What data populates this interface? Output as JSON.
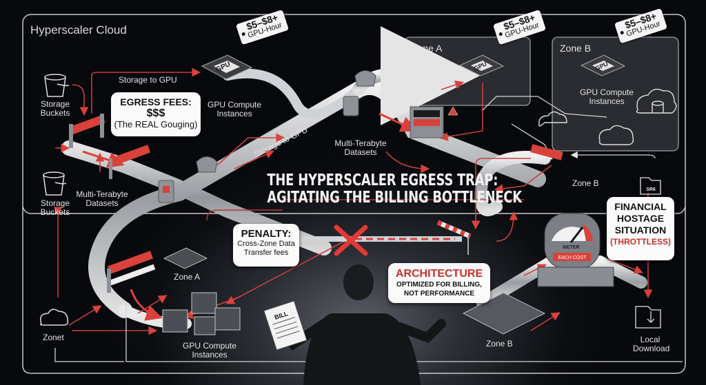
{
  "diagram": {
    "container_title": "Hyperscaler Cloud",
    "headline": {
      "line1": "THE HYPERSCALER EGRESS TRAP:",
      "line2": "AGITATING THE BILLING BOTTLENECK"
    },
    "zones": [
      {
        "id": "zone-a-box",
        "title": "Zone A"
      },
      {
        "id": "zone-b-box",
        "title": "Zone B"
      }
    ],
    "price_tags": [
      {
        "price": "$5–$8+",
        "unit": "GPU-Hour"
      },
      {
        "price": "$5–$8+",
        "unit": "GPU-Hour"
      },
      {
        "price": "$5–$8+",
        "unit": "GPU-Hour"
      }
    ],
    "chip_label": "GPU",
    "labels": {
      "storage_buckets_top": "Storage Buckets",
      "storage_buckets_mid": "Storage Buckets",
      "storage_to_gpu_top": "Storage to GPU",
      "storage_to_gpu_diag": "Storage to GPU",
      "gpu_compute_top": "GPU Compute Instances",
      "gpu_compute_zone_b": "GPU Compute Instances",
      "gpu_compute_bottom": "GPU Compute Instances",
      "multi_tb_center": "Multi-Terabyte Datasets",
      "multi_tb_left": "Multi-Terabyte Datasets",
      "zone_a_small": "Zone A",
      "zone_b_mid": "Zone B",
      "zone_b_bottom": "Zone B",
      "zonet": "Zonet",
      "local_download": "Local Download",
      "meter": "METER",
      "meter_plate": "EACH COST",
      "folder_tag": "SR6",
      "bill": "BILL"
    },
    "callouts": {
      "egress": {
        "title": "EGRESS FEES:",
        "amount": "$$$",
        "note": "(The REAL Gouging)"
      },
      "penalty": {
        "title": "PENALTY:",
        "line1": "Cross-Zone Data",
        "line2": "Transfer fees"
      },
      "architecture": {
        "title": "ARCHITECTURE",
        "line1": "OPTIMIZED FOR BILLING,",
        "line2": "NOT PERFORMANCE"
      },
      "hostage": {
        "line1": "FINANCIAL",
        "line2": "HOSTAGE",
        "line3": "SITUATION",
        "note": "(THROTTLESS)"
      }
    },
    "colors": {
      "background": "#07090d",
      "accent_red": "#d9413b",
      "line_gray": "#bfc3c8",
      "bubble_bg": "#fafafa"
    }
  }
}
